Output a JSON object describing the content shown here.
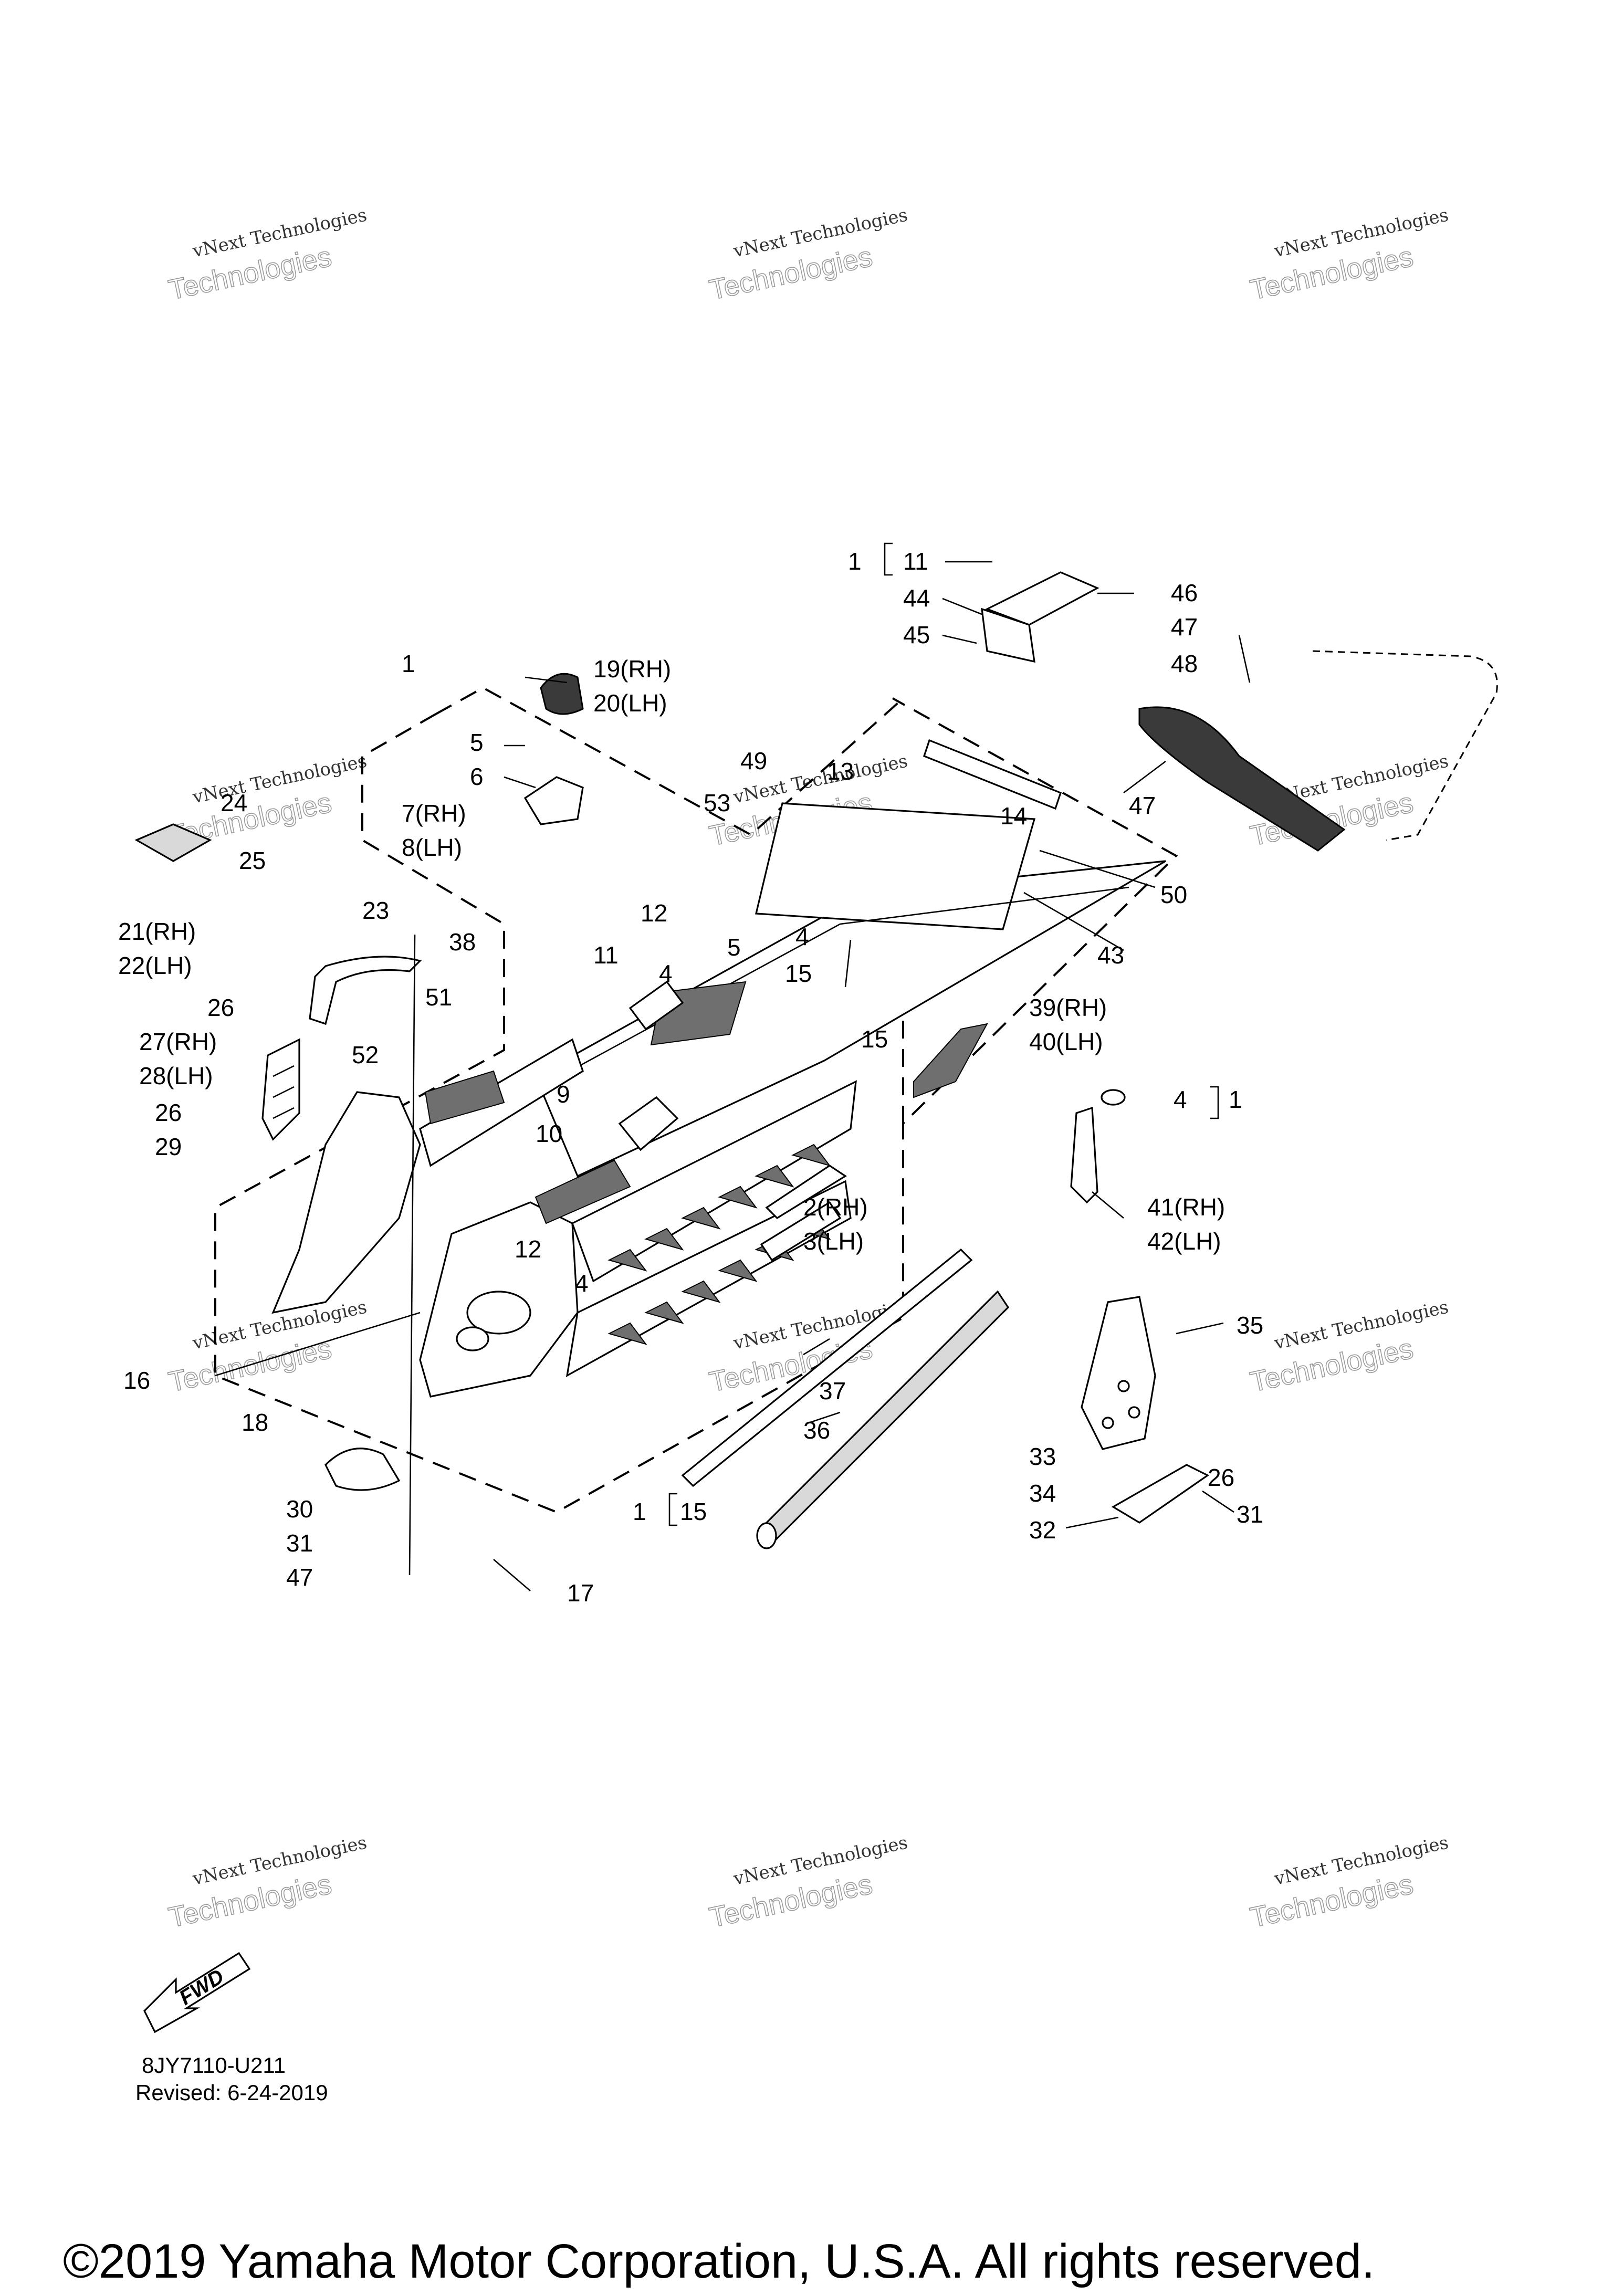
{
  "watermark": {
    "line1": "vNext Technologies",
    "line2": "Technologies"
  },
  "callouts": {
    "c1_top": "1",
    "c11_top": "11",
    "c44": "44",
    "c45": "45",
    "c46": "46",
    "c47_top": "47",
    "c48": "48",
    "c47_mid": "47",
    "c1_main": "1",
    "c19": "19(RH)",
    "c20": "20(LH)",
    "c5_top": "5",
    "c6": "6",
    "c7": "7(RH)",
    "c8": "8(LH)",
    "c49": "49",
    "c13": "13",
    "c53": "53",
    "c14": "14",
    "c50": "50",
    "c24": "24",
    "c25": "25",
    "c23": "23",
    "c21": "21(RH)",
    "c22": "22(LH)",
    "c38": "38",
    "c12_top": "12",
    "c5_mid": "5",
    "c4_mid": "4",
    "c11_mid": "11",
    "c4_right": "4",
    "c15_mid": "15",
    "c43": "43",
    "c26_top": "26",
    "c27": "27(RH)",
    "c28": "28(LH)",
    "c51": "51",
    "c52": "52",
    "c26_mid": "26",
    "c29": "29",
    "c9": "9",
    "c10": "10",
    "c39": "39(RH)",
    "c40": "40(LH)",
    "c15_right": "15",
    "c4_assy": "4",
    "c1_assy": "1",
    "c41": "41(RH)",
    "c42": "42(LH)",
    "c2": "2(RH)",
    "c3": "3(LH)",
    "c12_low": "12",
    "c4_low": "4",
    "c16": "16",
    "c18": "18",
    "c37": "37",
    "c36": "36",
    "c35": "35",
    "c33": "33",
    "c34": "34",
    "c26_low": "26",
    "c32": "32",
    "c31_right": "31",
    "c1_bottom": "1",
    "c15_bottom": "15",
    "c30": "30",
    "c31_left": "31",
    "c47_left": "47",
    "c17": "17"
  },
  "fwd_badge": "FWD",
  "doc_code": "8JY7110-U211",
  "revised": "Revised: 6-24-2019",
  "copyright": "©2019 Yamaha Motor Corporation, U.S.A. All rights reserved."
}
